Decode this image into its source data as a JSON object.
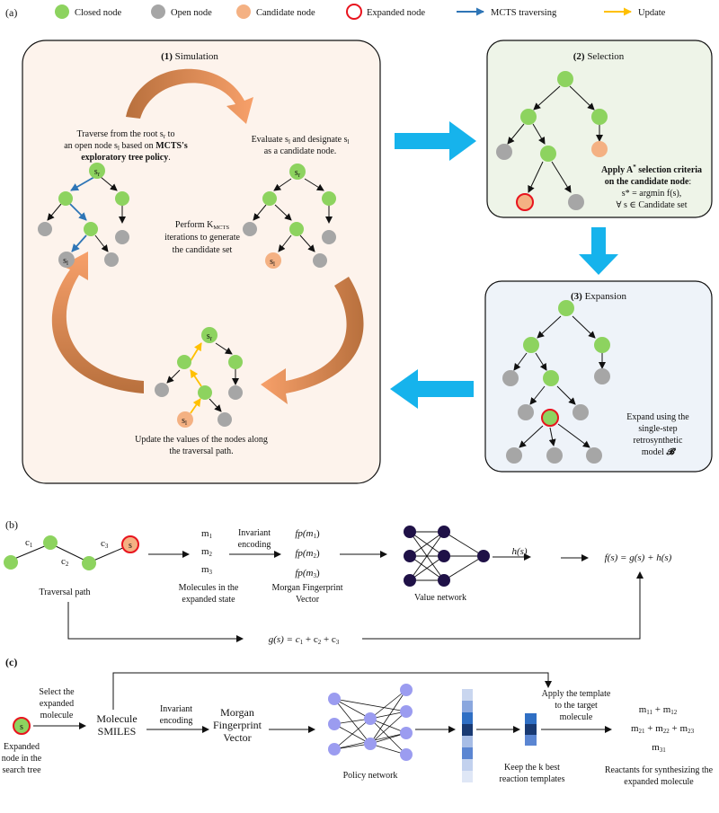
{
  "panel_labels": {
    "a": "(a)",
    "b": "(b)",
    "c": "(c)"
  },
  "legend": {
    "closed": "Closed node",
    "open": "Open node",
    "candidate": "Candidate node",
    "expanded": "Expanded node",
    "mcts": "MCTS traversing",
    "update": "Update"
  },
  "colors": {
    "closed": "#8dd35f",
    "open": "#a6a6a6",
    "candidate": "#f4b183",
    "expanded_ring": "#e8141e",
    "mcts_arrow": "#2e75b6",
    "update_arrow": "#ffc000",
    "big_arrow": "#16b3ec",
    "sim_bg": "#fdf3ec",
    "sel_bg": "#eef4e8",
    "exp_bg": "#eef3f9",
    "net_node": "#1f1147",
    "policy_node": "#9b9cf0"
  },
  "simulation": {
    "step": "(1)",
    "title": "Simulation",
    "traverse": [
      "Traverse from the root s",
      " to",
      "an open node s",
      " based on ",
      "MCTS's",
      "exploratory tree policy",
      "."
    ],
    "evaluate_line1": "Evaluate s",
    "evaluate_mid": " and designate s",
    "evaluate_line2": "as a candidate node.",
    "perform_1": "Perform K",
    "perform_sub": "MCTS",
    "perform_2": "iterations to generate",
    "perform_3": "the candidate set",
    "update_1": "Update the values of the nodes along",
    "update_2": "the traversal path.",
    "root_label": "s",
    "root_sub": "r",
    "leaf_label": "s",
    "leaf_sub": "l"
  },
  "selection": {
    "step": "(2)",
    "title": "Selection",
    "criteria_1": "Apply A",
    "criteria_2": " selection criteria",
    "criteria_3": "on the candidate node",
    "formula_1": "s* = argmin f(s),",
    "formula_2": "∀ s ∈ Candidate set"
  },
  "expansion": {
    "step": "(3)",
    "title": "Expansion",
    "text_1": "Expand using the",
    "text_2": "single-step",
    "text_3": "retrosynthetic",
    "text_4": "model",
    "model_symbol": "𝓑"
  },
  "panel_b": {
    "c1": "c",
    "c2": "c",
    "c3": "c",
    "s": "s",
    "traversal_path": "Traversal path",
    "m1": "m",
    "m2": "m",
    "m3": "m",
    "molecules_1": "Molecules in the",
    "molecules_2": "expanded state",
    "invariant_1": "Invariant",
    "invariant_2": "encoding",
    "fp1": "fp(m",
    "fp2": "fp(m",
    "fp3": "fp(m",
    "morgan_1": "Morgan Fingerprint",
    "morgan_2": "Vector",
    "value_network": "Value network",
    "hs": "h(s)",
    "fs": "f(s) = g(s) + h(s)",
    "gs": "g(s) = c",
    "gs_plus": " + c",
    "gs_plus2": " + c"
  },
  "panel_c": {
    "s": "s",
    "expanded_1": "Expanded",
    "expanded_2": "node in the",
    "expanded_3": "search tree",
    "select_1": "Select the",
    "select_2": "expanded",
    "select_3": "molecule",
    "molecule_1": "Molecule",
    "molecule_2": "SMILES",
    "invariant_1": "Invariant",
    "invariant_2": "encoding",
    "morgan_1": "Morgan",
    "morgan_2": "Fingerprint",
    "morgan_3": "Vector",
    "policy_network": "Policy network",
    "keep_1": "Keep the k best",
    "keep_2": "reaction templates",
    "apply_1": "Apply the template",
    "apply_2": "to the target",
    "apply_3": "molecule",
    "r1": "m",
    "r2": "m",
    "r3": "m",
    "reactants_1": "Reactants for synthesizing the",
    "reactants_2": "expanded molecule"
  }
}
